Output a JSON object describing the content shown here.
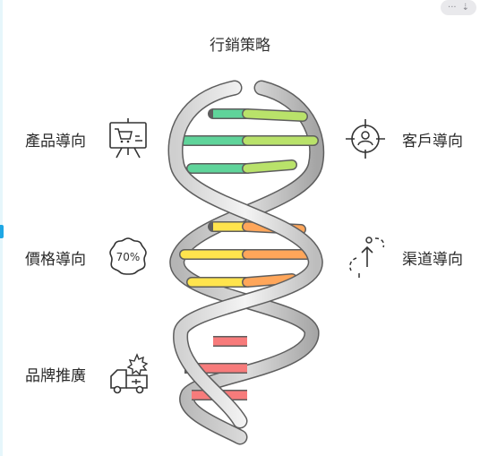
{
  "title": "行銷策略",
  "left_items": [
    {
      "label": "產品導向",
      "icon": "presentation-board-cart-icon"
    },
    {
      "label": "價格導向",
      "icon": "70-percent-badge-icon"
    },
    {
      "label": "品牌推廣",
      "icon": "delivery-truck-burst-icon"
    }
  ],
  "right_items": [
    {
      "label": "客戶導向",
      "icon": "target-user-icon"
    },
    {
      "label": "渠道導向",
      "icon": "dashed-arrow-path-icon"
    }
  ],
  "icon_text": {
    "price_badge": "70%"
  },
  "colors": {
    "green": "#5fd49a",
    "lime": "#b9e26a",
    "yellow": "#ffe44d",
    "orange": "#ffa65a",
    "red": "#f77b7b",
    "helix_light": "#f2f2f2",
    "helix_dark": "#a9a9a9"
  },
  "toolbar": {
    "more": "···",
    "download": "⇣"
  }
}
